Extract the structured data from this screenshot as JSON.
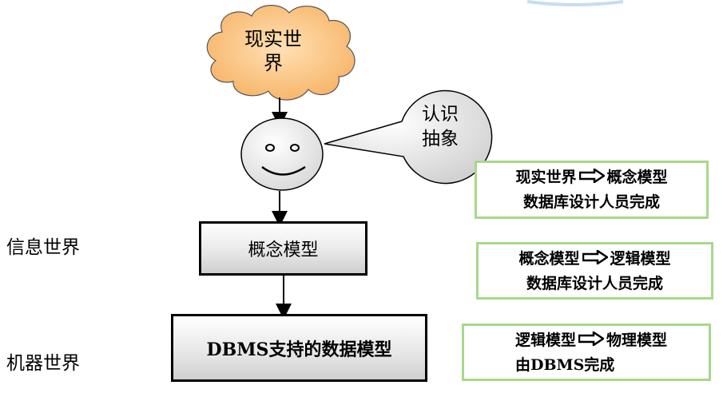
{
  "cloud": {
    "line1": "现实世",
    "line2": "界"
  },
  "bubble": {
    "line1": "认识",
    "line2": "抽象"
  },
  "levels": {
    "info_world": "信息世界",
    "machine_world": "机器世界"
  },
  "boxes": {
    "concept_model": "概念模型",
    "dbms_model": "DBMS支持的数据模型"
  },
  "notes": [
    {
      "from": "现实世界",
      "to": "概念模型",
      "line2": "数据库设计人员完成"
    },
    {
      "from": "概念模型",
      "to": "逻辑模型",
      "line2": "数据库设计人员完成"
    },
    {
      "from": "逻辑模型",
      "to": "物理模型",
      "line2": "由DBMS完成"
    }
  ],
  "colors": {
    "cloud_fill": "#fbc98a",
    "face_fill": "#f0f0f0",
    "bubble_fill": "#ebebeb",
    "note_border": "#a6d98a",
    "accent_blue": "#c7dcf2"
  }
}
